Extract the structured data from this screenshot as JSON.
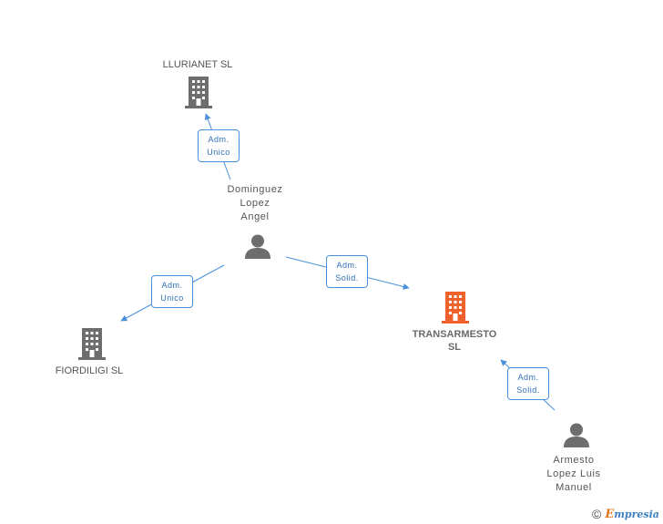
{
  "nodes": {
    "llurianet": {
      "name_lines": [
        "LLURIANET SL"
      ]
    },
    "dominguez": {
      "name_lines": [
        "Dominguez",
        "Lopez",
        "Angel"
      ]
    },
    "fiordiligi": {
      "name_lines": [
        "FIORDILIGI SL"
      ]
    },
    "transarmesto": {
      "name_lines": [
        "TRANSARMESTO",
        "SL"
      ]
    },
    "armesto": {
      "name_lines": [
        "Armesto",
        "Lopez Luis",
        "Manuel"
      ]
    }
  },
  "edges": {
    "dominguez_llurianet": {
      "label_lines": [
        "Adm.",
        "Unico"
      ]
    },
    "dominguez_fiordiligi": {
      "label_lines": [
        "Adm.",
        "Unico"
      ]
    },
    "dominguez_transarmesto": {
      "label_lines": [
        "Adm.",
        "Solid."
      ]
    },
    "armesto_transarmesto": {
      "label_lines": [
        "Adm.",
        "Solid."
      ]
    }
  },
  "footer": {
    "copyright_symbol": "©",
    "brand_first": "E",
    "brand_rest": "mpresia"
  },
  "colors": {
    "edge": "#4a90d9",
    "company_icon": "#6d6d6d",
    "focus_company_icon": "#f0622d",
    "person_icon": "#6d6d6d"
  }
}
